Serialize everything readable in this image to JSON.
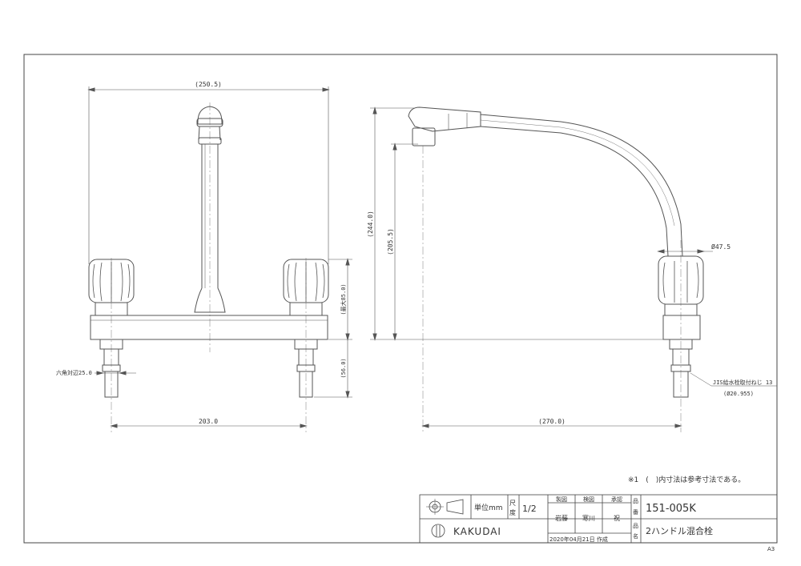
{
  "drawing": {
    "front_view": {
      "overall_width": "(250.5)",
      "spacing": "203.0",
      "hex_across_flats": "六角対辺25.0",
      "max_height": "(最大85.0)",
      "shank_length": "(56.0)"
    },
    "side_view": {
      "overall_height": "(244.0)",
      "spout_height": "(205.5)",
      "reach": "(270.0)",
      "base_diameter": "Ø47.5",
      "thread_note": "JIS給水栓取付ねじ 13",
      "thread_size": "(Ø20.955)"
    },
    "note": "※1　(　)内寸法は参考寸法である。"
  },
  "title_block": {
    "unit_label": "単位mm",
    "scale_label_1": "尺",
    "scale_label_2": "度",
    "scale_value": "1/2",
    "col_drawn": "製図",
    "col_checked": "検図",
    "col_approved": "承認",
    "drawn_by": "岩藤",
    "checked_by": "寒川",
    "approved_by": "祝",
    "part_no_label_1": "品",
    "part_no_label_2": "番",
    "part_no": "151-005K",
    "part_name_label_1": "品",
    "part_name_label_2": "名",
    "part_name": "2ハンドル混合栓",
    "company": "KAKUDAI",
    "date": "2020年04月21日 作成"
  },
  "sheet_size": "A3"
}
